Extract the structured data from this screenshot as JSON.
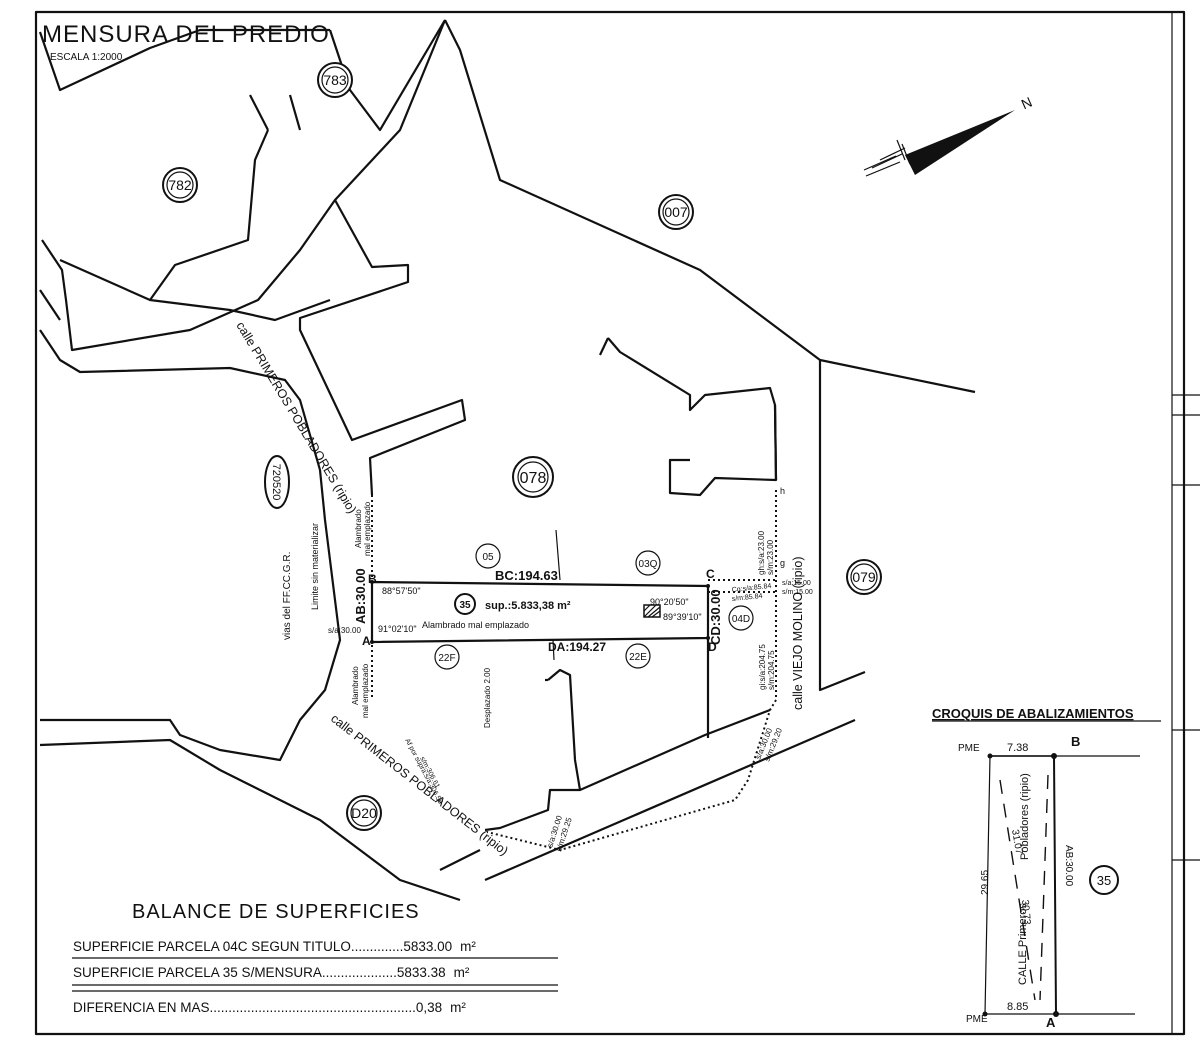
{
  "header": {
    "title": "MENSURA DEL PREDIO",
    "scale": "ESCALA   1:2000"
  },
  "parcels": {
    "p783": "783",
    "p782": "782",
    "p007": "007",
    "p078": "078",
    "p079": "079",
    "d20": "D20",
    "p720520": "720520",
    "p05": "05",
    "p03q": "03Q",
    "p04d": "04D",
    "p22f": "22F",
    "p22e": "22E",
    "p35": "35"
  },
  "streets": {
    "primeros_top": "calle PRIMEROS POBLADORES (ripio)",
    "primeros_bottom": "calle PRIMEROS POBLADORES (ripio)",
    "viejo_molino": "calle VIEJO MOLINO (ripio)",
    "ffcc": "vias del FF.CC.G.R.",
    "limite": "Limite sin materializar"
  },
  "plot": {
    "vertex_a": "A",
    "vertex_b": "B",
    "vertex_c": "C",
    "vertex_d": "D",
    "side_ab": "AB:30.00",
    "side_bc": "BC:194.63",
    "side_cd": "CD:30.00",
    "side_da": "DA:194.27",
    "angle_b": "88°57'50\"",
    "angle_a": "91°02'10\"",
    "angle_c": "90°20'50\"",
    "angle_d": "89°39'10\"",
    "sup": "sup.:5.833,38 m²",
    "fence": "Alambrado mal emplazado",
    "fence_left_top_1": "Alambrado",
    "fence_left_top_2": "mal emplazado",
    "fence_left_bot_1": "Alambrado",
    "fence_left_bot_2": "mal emplazado",
    "sa30": "s/a:30.00",
    "cg1": "Cg:s/a:85.84",
    "cg2": "s/m:85.84",
    "s15a": "s/a:15.00",
    "s15b": "s/m:15.00",
    "gh1": "gh:s/a:23.00",
    "gh2": "s/m:23.00",
    "gi1": "gi:s/a:204.75",
    "gi2": "s/m:204.75",
    "ij1": "s/a:30.00",
    "ij2": "s/m:29.20",
    "kl1": "s/a:30.00",
    "kl2": "s/m:29.25",
    "af1": "Af por supra:s/a:306.56",
    "af2": "s/m:306.61",
    "desplazado": "Desplazado 2.00",
    "pt_g": "g",
    "pt_h": "h"
  },
  "north": "N",
  "balance": {
    "title": "BALANCE DE SUPERFICIES",
    "rows": [
      {
        "label": "SUPERFICIE PARCELA 04C SEGUN TITULO",
        "dots": "..............",
        "value": "5833.00",
        "unit": "m²"
      },
      {
        "label": "SUPERFICIE PARCELA 35 S/MENSURA",
        "dots": "....................",
        "value": "5833.38",
        "unit": "m²"
      },
      {
        "label": "DIFERENCIA EN MAS",
        "dots": ".......................................................",
        "value": "0,38",
        "unit": "m²"
      }
    ]
  },
  "croquis": {
    "title": "CROQUIS DE ABALIZAMIENTOS",
    "pme_top": "PME",
    "pme_bottom": "PME",
    "dist_top": "7.38",
    "dist_bottom": "8.85",
    "b": "B",
    "a": "A",
    "d1": "31.07",
    "d2": "30.73",
    "d3": "29.65",
    "street1": "Pobladores (ripio)",
    "street2": "CALLE Primeros",
    "ab": "AB:30.00",
    "parcel": "35"
  }
}
